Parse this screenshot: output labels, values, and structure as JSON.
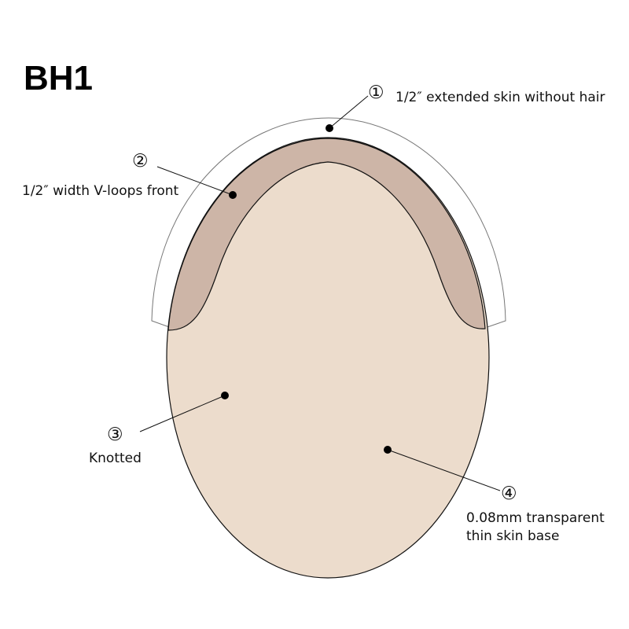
{
  "title": "BH1",
  "colors": {
    "base": "#ecdccc",
    "front_band": "#cdb5a7",
    "outline": "#111111",
    "extended_skin_line": "#777777",
    "background": "#ffffff"
  },
  "callouts": [
    {
      "marker": "①",
      "text": "1/2″ extended skin without hair"
    },
    {
      "marker": "②",
      "text": "1/2″ width V-loops front"
    },
    {
      "marker": "③",
      "text": "Knotted"
    },
    {
      "marker": "④",
      "text_line1": "0.08mm transparent",
      "text_line2": "thin skin base"
    }
  ]
}
